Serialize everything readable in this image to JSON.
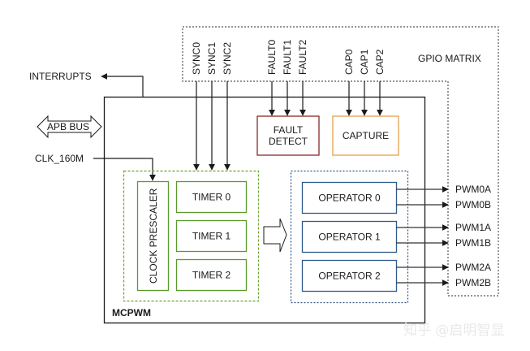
{
  "diagram": {
    "title": "MCPWM",
    "gpio_matrix": {
      "label": "GPIO MATRIX",
      "sync_inputs": [
        "SYNC0",
        "SYNC1",
        "SYNC2"
      ],
      "fault_inputs": [
        "FAULT0",
        "FAULT1",
        "FAULT2"
      ],
      "capture_inputs": [
        "CAP0",
        "CAP1",
        "CAP2"
      ],
      "pwm_outputs": [
        "PWM0A",
        "PWM0B",
        "PWM1A",
        "PWM1B",
        "PWM2A",
        "PWM2B"
      ]
    },
    "external": {
      "interrupts": "INTERRUPTS",
      "apb_bus": "APB BUS",
      "clock": "CLK_160M"
    },
    "blocks": {
      "fault_detect": [
        "FAULT",
        "DETECT"
      ],
      "capture": "CAPTURE",
      "clock_prescaler": "CLOCK PRESCALER",
      "timers": [
        "TIMER 0",
        "TIMER 1",
        "TIMER 2"
      ],
      "operators": [
        "OPERATOR 0",
        "OPERATOR 1",
        "OPERATOR 2"
      ]
    },
    "colors": {
      "line": "#1a1a1a",
      "gpio_border": "#555555",
      "fault_border": "#8b2a2a",
      "capture_border": "#e3a04a",
      "timer_border": "#5a9a2a",
      "operator_border": "#2f5a8a",
      "operator_group_border": "#2f4f7f"
    },
    "watermark": "知乎 @启明智显"
  }
}
